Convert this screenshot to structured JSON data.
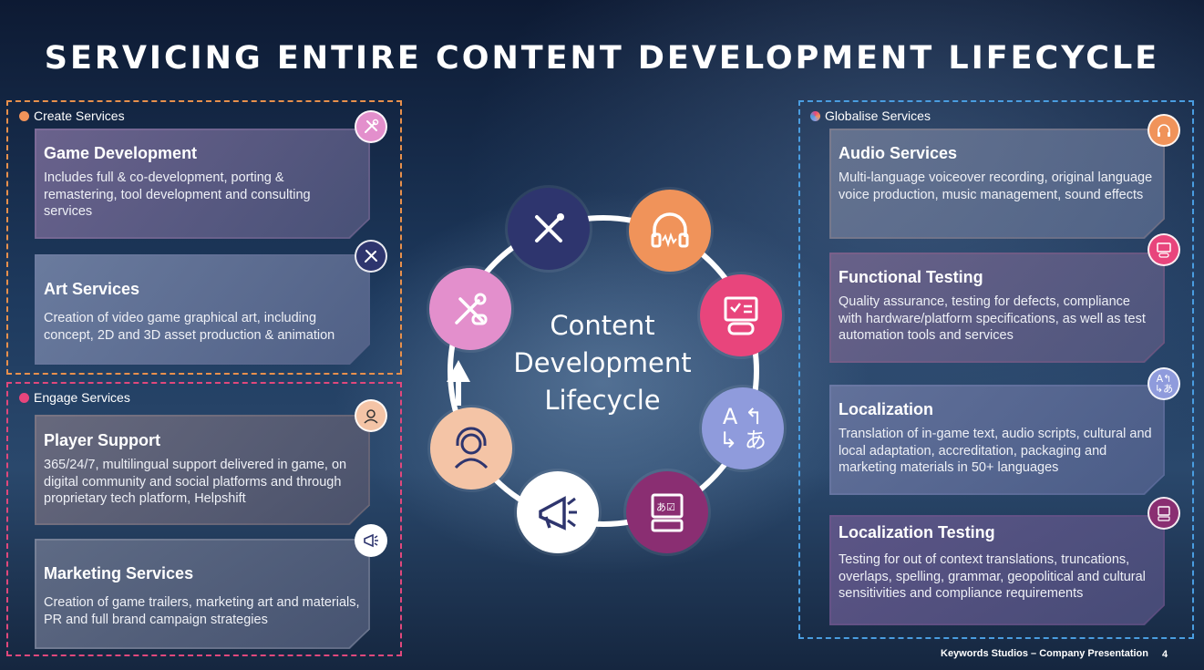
{
  "title": "SERVICING ENTIRE CONTENT DEVELOPMENT LIFECYCLE",
  "center_text": [
    "Content",
    "Development",
    "Lifecycle"
  ],
  "groups": {
    "create": {
      "label": "Create Services",
      "color": "#e8904c"
    },
    "engage": {
      "label": "Engage Services",
      "color": "#e0487c"
    },
    "globalise": {
      "label": "Globalise Services",
      "color": "#4a9de0"
    }
  },
  "cards": {
    "game_dev": {
      "title": "Game Development",
      "text": "Includes full & co-development, porting & remastering, tool development and consulting services",
      "icon": "tools-icon"
    },
    "art": {
      "title": "Art Services",
      "text": "Creation of video game graphical art, including concept, 2D and 3D asset production & animation",
      "icon": "brush-pencil-icon"
    },
    "player_support": {
      "title": "Player Support",
      "text": "365/24/7, multilingual support delivered in game, on digital community and social platforms and through proprietary tech platform, Helpshift",
      "icon": "headset-agent-icon"
    },
    "marketing": {
      "title": "Marketing Services",
      "text": "Creation of game trailers, marketing art and materials, PR and full brand campaign strategies",
      "icon": "megaphone-icon"
    },
    "audio": {
      "title": "Audio Services",
      "text": "Multi-language voiceover recording, original language voice production, music management, sound effects",
      "icon": "headphones-icon"
    },
    "functional_testing": {
      "title": "Functional Testing",
      "text": "Quality assurance, testing for defects, compliance with hardware/platform specifications, as well as test automation tools and services",
      "icon": "monitor-gamepad-icon"
    },
    "localization": {
      "title": "Localization",
      "text": "Translation of in-game text, audio scripts, cultural and local adaptation, accreditation, packaging and marketing materials in 50+ languages",
      "icon": "translate-icon"
    },
    "loc_testing": {
      "title": "Localization Testing",
      "text": "Testing for out of context translations, truncations, overlaps, spelling, grammar, geopolitical and cultural sensitivities and compliance requirements",
      "icon": "keyboard-translate-icon"
    }
  },
  "colors": {
    "orange": "#f0935a",
    "pink": "#e8457c",
    "lavender": "#8f9bdc",
    "plum": "#8a2e72",
    "navy": "#2e356e",
    "orchid": "#e38fcc",
    "peach": "#f4c4a6",
    "white": "#ffffff"
  },
  "footer": {
    "text": "Keywords Studios – Company Presentation",
    "page": "4"
  }
}
